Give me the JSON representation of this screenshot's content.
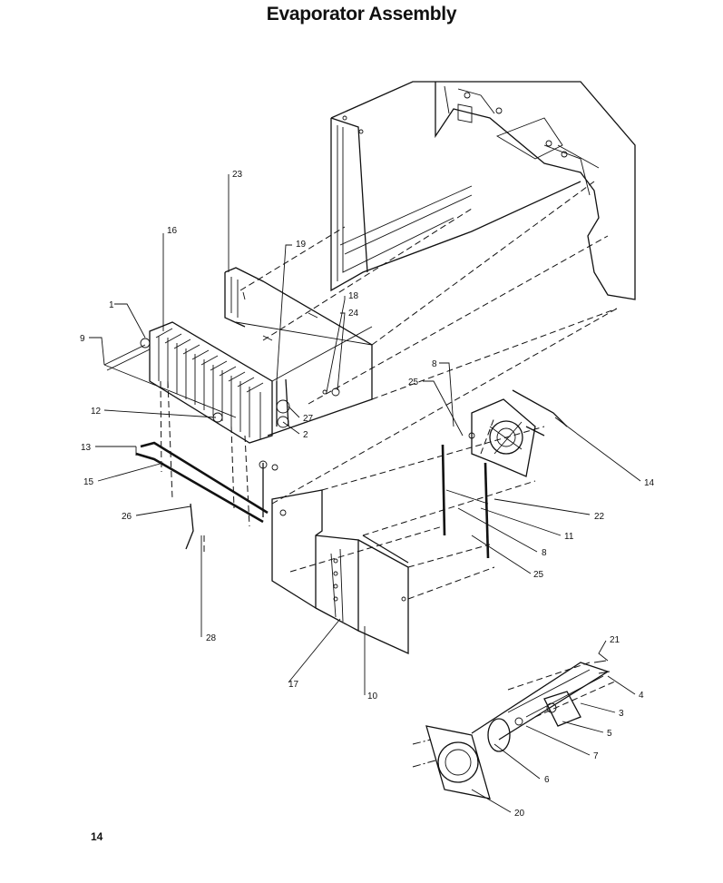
{
  "title": "Evaporator Assembly",
  "page_number": "14",
  "callouts": {
    "c1": "1",
    "c2": "2",
    "c3": "3",
    "c4": "4",
    "c5": "5",
    "c6": "6",
    "c7": "7",
    "c8a": "8",
    "c8b": "8",
    "c9": "9",
    "c10": "10",
    "c11": "11",
    "c12": "12",
    "c13": "13",
    "c14": "14",
    "c15": "15",
    "c16": "16",
    "c17": "17",
    "c18": "18",
    "c19": "19",
    "c20": "20",
    "c21": "21",
    "c22": "22",
    "c23": "23",
    "c24": "24",
    "c25a": "25",
    "c25b": "25",
    "c26": "26",
    "c27": "27",
    "c28": "28"
  }
}
